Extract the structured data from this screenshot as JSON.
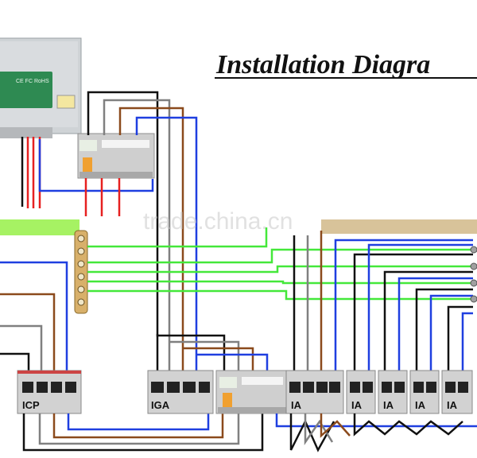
{
  "diagram": {
    "title": "Installation Diagra",
    "watermark": "trade.china.cn",
    "device_plate": "CE FC RoHS",
    "breakers": {
      "icp": "ICP",
      "iga": "IGA",
      "ia": [
        "IA",
        "IA",
        "IA",
        "IA",
        "IA"
      ]
    }
  },
  "colors": {
    "live_black": "#111111",
    "live_grey": "#808080",
    "live_brown": "#8b4a1c",
    "neutral_blue": "#1f3fe0",
    "earth_green": "#44e83a",
    "red": "#e62020",
    "enclosure": "#c9c9c9",
    "busbar": "#d8c39a"
  }
}
